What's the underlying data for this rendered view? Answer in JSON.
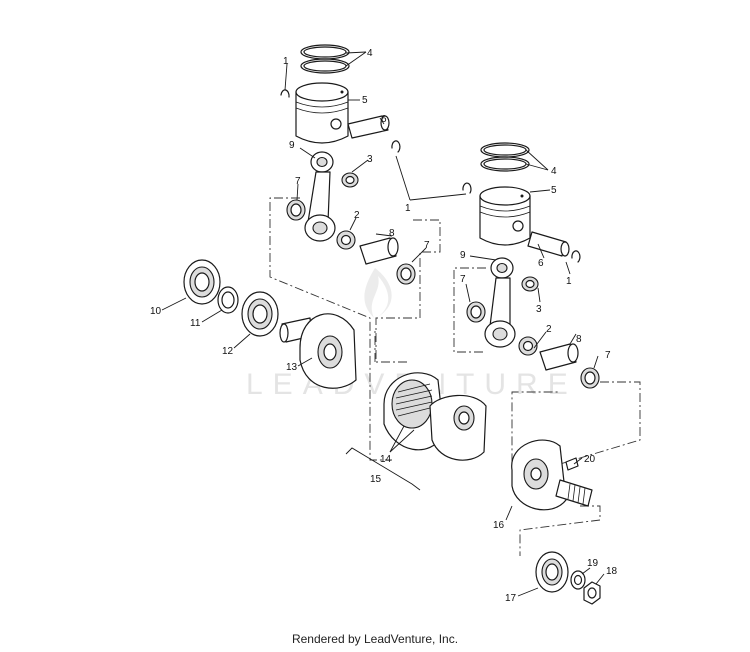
{
  "footer_text": "Rendered by LeadVenture, Inc.",
  "watermark_text": "LEADVENTURE",
  "callouts": {
    "c1a": "1",
    "c1b": "1",
    "c1c": "1",
    "c2a": "2",
    "c2b": "2",
    "c3a": "3",
    "c3b": "3",
    "c4a": "4",
    "c4b": "4",
    "c5a": "5",
    "c5b": "5",
    "c6a": "6",
    "c6b": "6",
    "c7a": "7",
    "c7b": "7",
    "c7c": "7",
    "c7d": "7",
    "c8a": "8",
    "c8b": "8",
    "c9a": "9",
    "c9b": "9",
    "c10": "10",
    "c11": "11",
    "c12": "12",
    "c13": "13",
    "c14": "14",
    "c15": "15",
    "c16": "16",
    "c17": "17",
    "c18": "18",
    "c19": "19",
    "c20": "20"
  }
}
